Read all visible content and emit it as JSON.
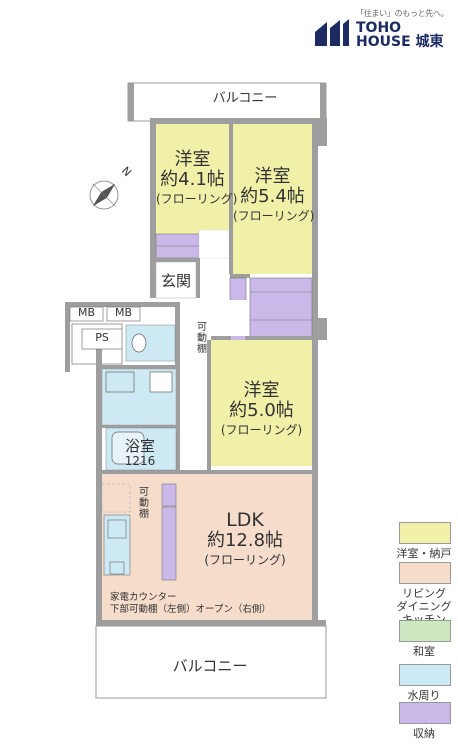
{
  "brand": {
    "tagline": "「住まい」のもっと先へ。",
    "name_line1": "TOHO",
    "name_line2": "HOUSE 城東",
    "color": "#1c2c63"
  },
  "colors": {
    "western_room": "#f0f0a8",
    "ldk": "#f5dccb",
    "japanese_room": "#cde8c0",
    "water": "#cde9f4",
    "storage": "#c9b8e8",
    "wall": "#9e9e9e"
  },
  "labels": {
    "balcony_top": "バルコニー",
    "balcony_bottom": "バルコニー",
    "room1_name": "洋室",
    "room1_size": "約4.1帖",
    "room1_floor": "(フローリング)",
    "room2_name": "洋室",
    "room2_size": "約5.4帖",
    "room2_floor": "(フローリング)",
    "room3_name": "洋室",
    "room3_size": "約5.0帖",
    "room3_floor": "(フローリング)",
    "entrance": "玄関",
    "mb1": "MB",
    "mb2": "MB",
    "ps": "PS",
    "movable_shelf1": "可動棚",
    "movable_shelf2": "可動棚",
    "bath_name": "浴室",
    "bath_size": "1216",
    "ldk_name": "LDK",
    "ldk_size": "約12.8帖",
    "ldk_floor": "(フローリング)",
    "counter_line1": "家電カウンター",
    "counter_line2": "下部可動棚（左側）オープン（右側）",
    "north": "N"
  },
  "legend": [
    {
      "label": "洋室・納戸",
      "color": "#f0f0a8"
    },
    {
      "label": "リビング\nダイニング\nキッチン",
      "color": "#f5dccb"
    },
    {
      "label": "和室",
      "color": "#cde8c0"
    },
    {
      "label": "水周り",
      "color": "#cde9f4"
    },
    {
      "label": "収納",
      "color": "#c9b8e8"
    }
  ]
}
